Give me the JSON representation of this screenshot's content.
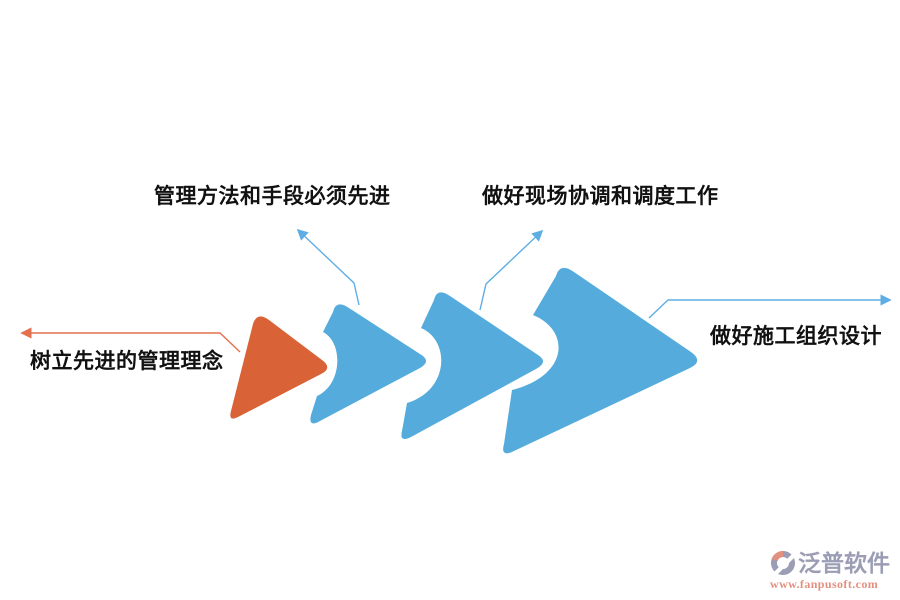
{
  "diagram": {
    "title_hint": "construction management process chevron diagram",
    "steps": [
      {
        "id": 1,
        "label": "树立先进的管理理念",
        "shape": "orange-triangle"
      },
      {
        "id": 2,
        "label": "管理方法和手段必须先进",
        "shape": "blue-chevron-small"
      },
      {
        "id": 3,
        "label": "做好现场协调和调度工作",
        "shape": "blue-chevron-medium"
      },
      {
        "id": 4,
        "label": "做好施工组织设计",
        "shape": "blue-chevron-large"
      }
    ]
  },
  "colors": {
    "shape_orange": "#D96236",
    "shape_blue": "#55ACDC",
    "connector_orange": "#E4714E",
    "connector_blue": "#5FAEE3",
    "label_text": "#111111",
    "watermark_gray": "#9B9DB5",
    "watermark_salmon": "#E2907F",
    "background": "#FFFFFF"
  },
  "watermark": {
    "brand": "泛普软件",
    "url": "www.fanpusoft.com"
  }
}
